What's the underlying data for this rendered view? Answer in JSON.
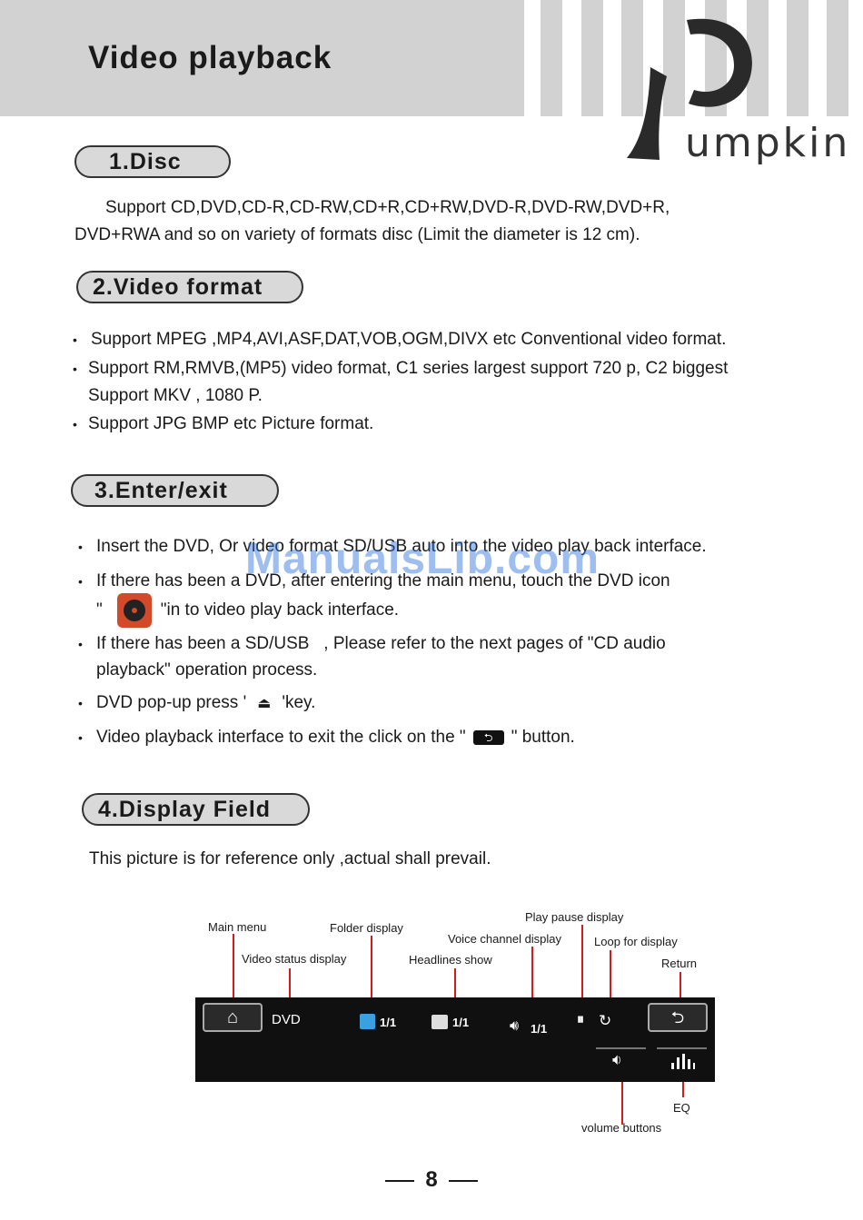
{
  "header": {
    "title": "Video playback",
    "logo_text": "umpkin"
  },
  "sections": {
    "disc": {
      "heading": "1.Disc",
      "text_line1": "Support CD,DVD,CD-R,CD-RW,CD+R,CD+RW,DVD-R,DVD-RW,DVD+R,",
      "text_line2": "DVD+RWA and so on variety of formats disc (Limit the diameter is 12 cm)."
    },
    "video_format": {
      "heading": "2.Video format",
      "bullet1": "Support MPEG ,MP4,AVI,ASF,DAT,VOB,OGM,DIVX etc Conventional video format.",
      "bullet2_line1": "Support RM,RMVB,(MP5) video format, C1 series largest support 720 p, C2 biggest",
      "bullet2_line2": "Support MKV , 1080 P.",
      "bullet3": "Support JPG BMP etc Picture format."
    },
    "enter_exit": {
      "heading": "3.Enter/exit",
      "bullet1": "Insert the DVD, Or video format SD/USB auto into the video play back interface.",
      "bullet2_line1": "If there has been a DVD, after entering the main menu, touch the DVD icon",
      "bullet2_line2_pre": "\"",
      "bullet2_line2_post": "\"in to video play back interface.",
      "bullet3_line1": "If there has been a SD/USB   , Please refer to the next pages of \"CD audio",
      "bullet3_line2": "playback\" operation process.",
      "bullet4_pre": "DVD pop-up press '",
      "bullet4_post": "'key.",
      "bullet5_pre": "Video playback interface to exit the click on the \"",
      "bullet5_post": "\" button."
    },
    "display_field": {
      "heading": "4.Display Field",
      "note": "This picture is for reference only ,actual shall prevail."
    }
  },
  "diagram": {
    "callouts": {
      "main_menu": "Main menu",
      "video_status": "Video status display",
      "folder": "Folder display",
      "headlines": "Headlines show",
      "voice_channel": "Voice channel display",
      "play_pause": "Play pause display",
      "loop": "Loop for display",
      "return": "Return",
      "eq": "EQ",
      "volume": "volume buttons"
    },
    "bar": {
      "status": "DVD",
      "folder_count": "1/1",
      "title_count": "1/1",
      "channel_count": "1/1"
    }
  },
  "watermark": "ManualsLib.com",
  "page_number": "8"
}
